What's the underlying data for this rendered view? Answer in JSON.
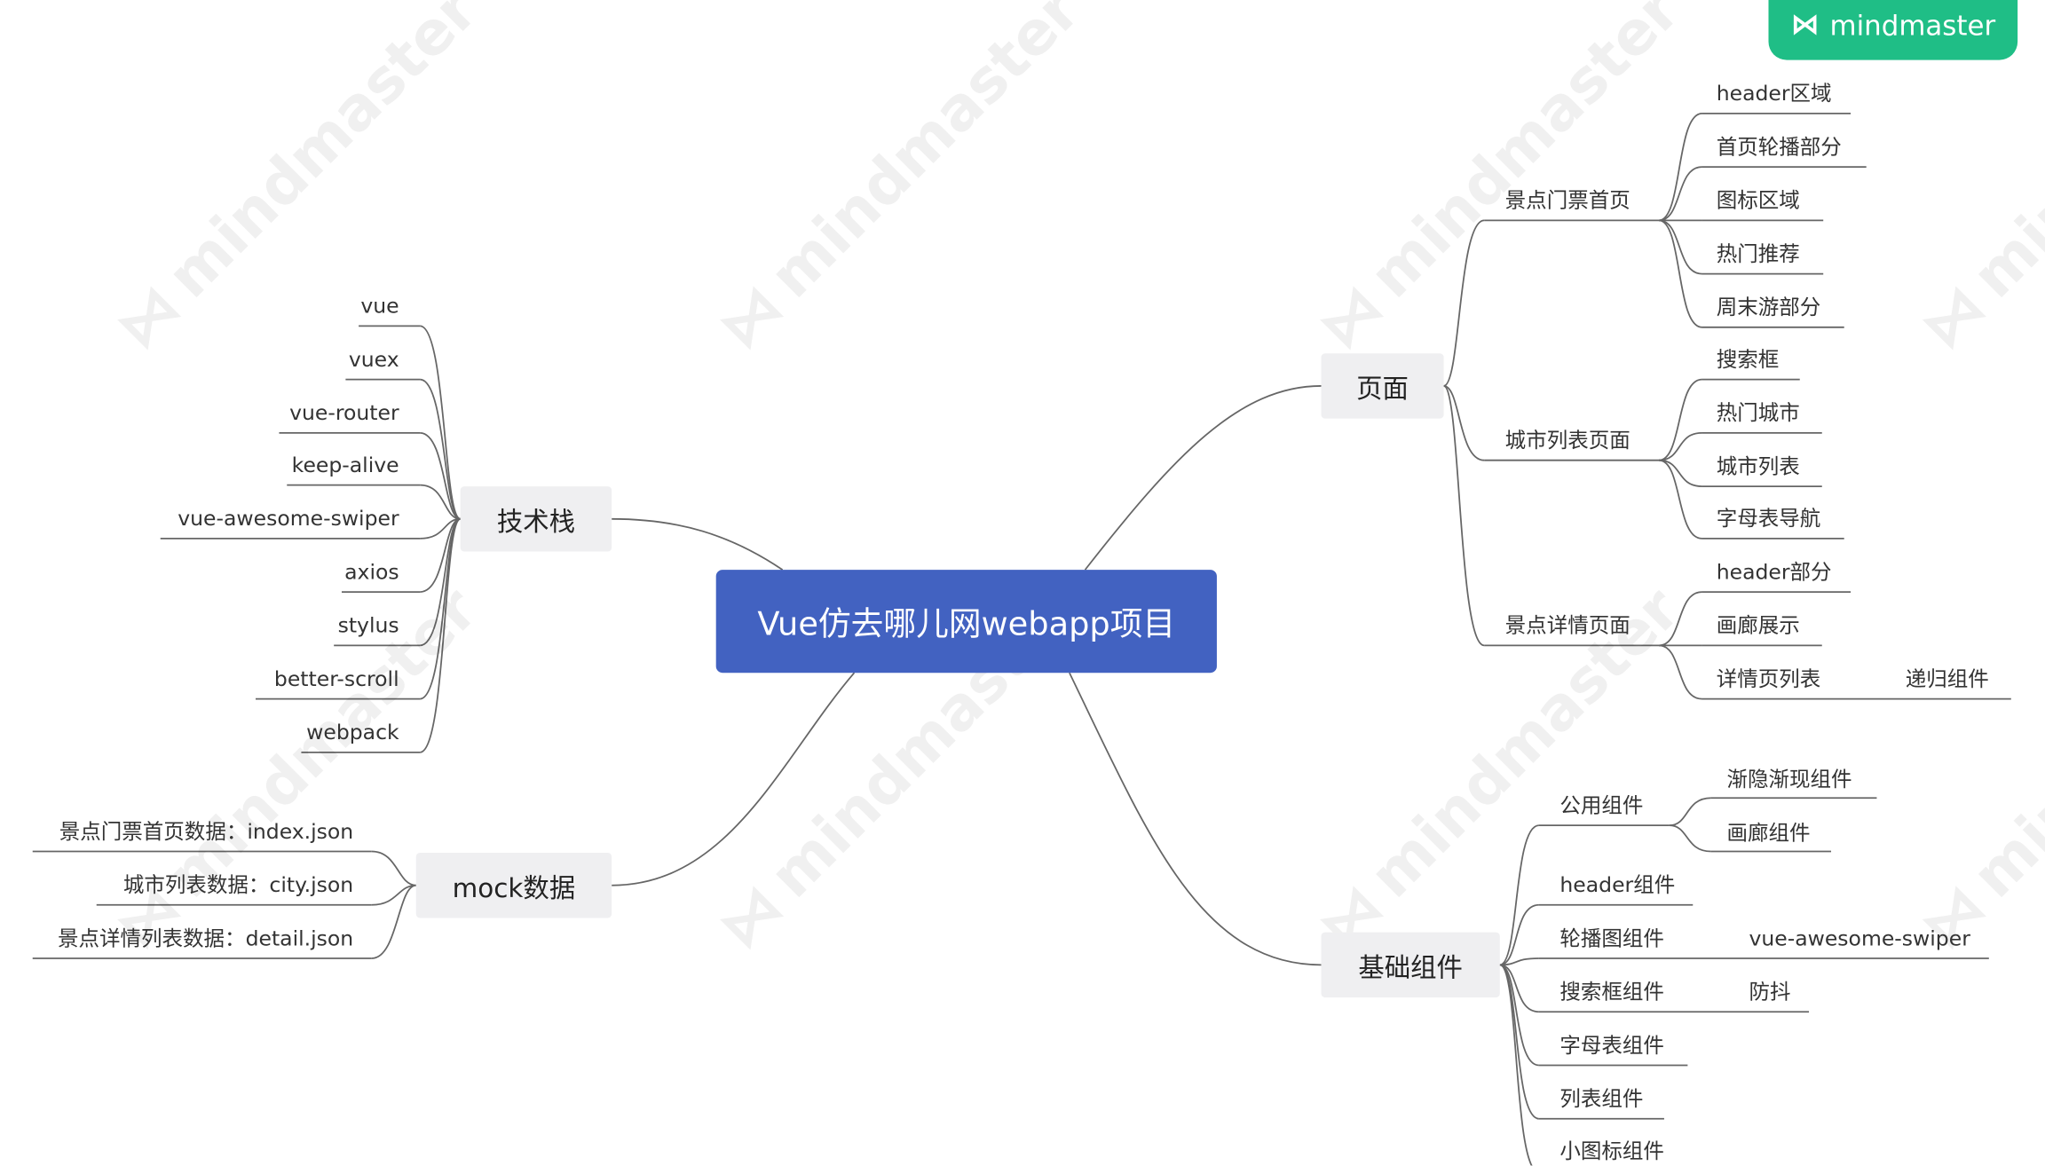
{
  "brand": {
    "logo": "⋈",
    "name": "mindmaster"
  },
  "watermark_text": "mindmaster",
  "colors": {
    "root": "#4262c1",
    "branch": "#efeff1",
    "line": "#666666",
    "brand": "#1fbe86"
  },
  "root": "Vue仿去哪儿网webapp项目",
  "branches": {
    "tech": {
      "label": "技术栈",
      "items": [
        "vue",
        "vuex",
        "vue-router",
        "keep-alive",
        "vue-awesome-swiper",
        "axios",
        "stylus",
        "better-scroll",
        "webpack"
      ]
    },
    "mock": {
      "label": "mock数据",
      "items": [
        "景点门票首页数据：index.json",
        "城市列表数据：city.json",
        "景点详情列表数据：detail.json"
      ]
    },
    "pages": {
      "label": "页面",
      "groups": [
        {
          "label": "景点门票首页",
          "items": [
            "header区域",
            "首页轮播部分",
            "图标区域",
            "热门推荐",
            "周末游部分"
          ]
        },
        {
          "label": "城市列表页面",
          "items": [
            "搜索框",
            "热门城市",
            "城市列表",
            "字母表导航"
          ]
        },
        {
          "label": "景点详情页面",
          "items": [
            "header部分",
            "画廊展示",
            "详情页列表"
          ],
          "sub": "递归组件"
        }
      ]
    },
    "components": {
      "label": "基础组件",
      "groups": [
        {
          "label": "公用组件",
          "items": [
            "渐隐渐现组件",
            "画廊组件"
          ]
        },
        {
          "label": "header组件"
        },
        {
          "label": "轮播图组件",
          "sub": "vue-awesome-swiper"
        },
        {
          "label": "搜索框组件",
          "sub": "防抖"
        },
        {
          "label": "字母表组件"
        },
        {
          "label": "列表组件"
        },
        {
          "label": "小图标组件"
        }
      ]
    }
  }
}
